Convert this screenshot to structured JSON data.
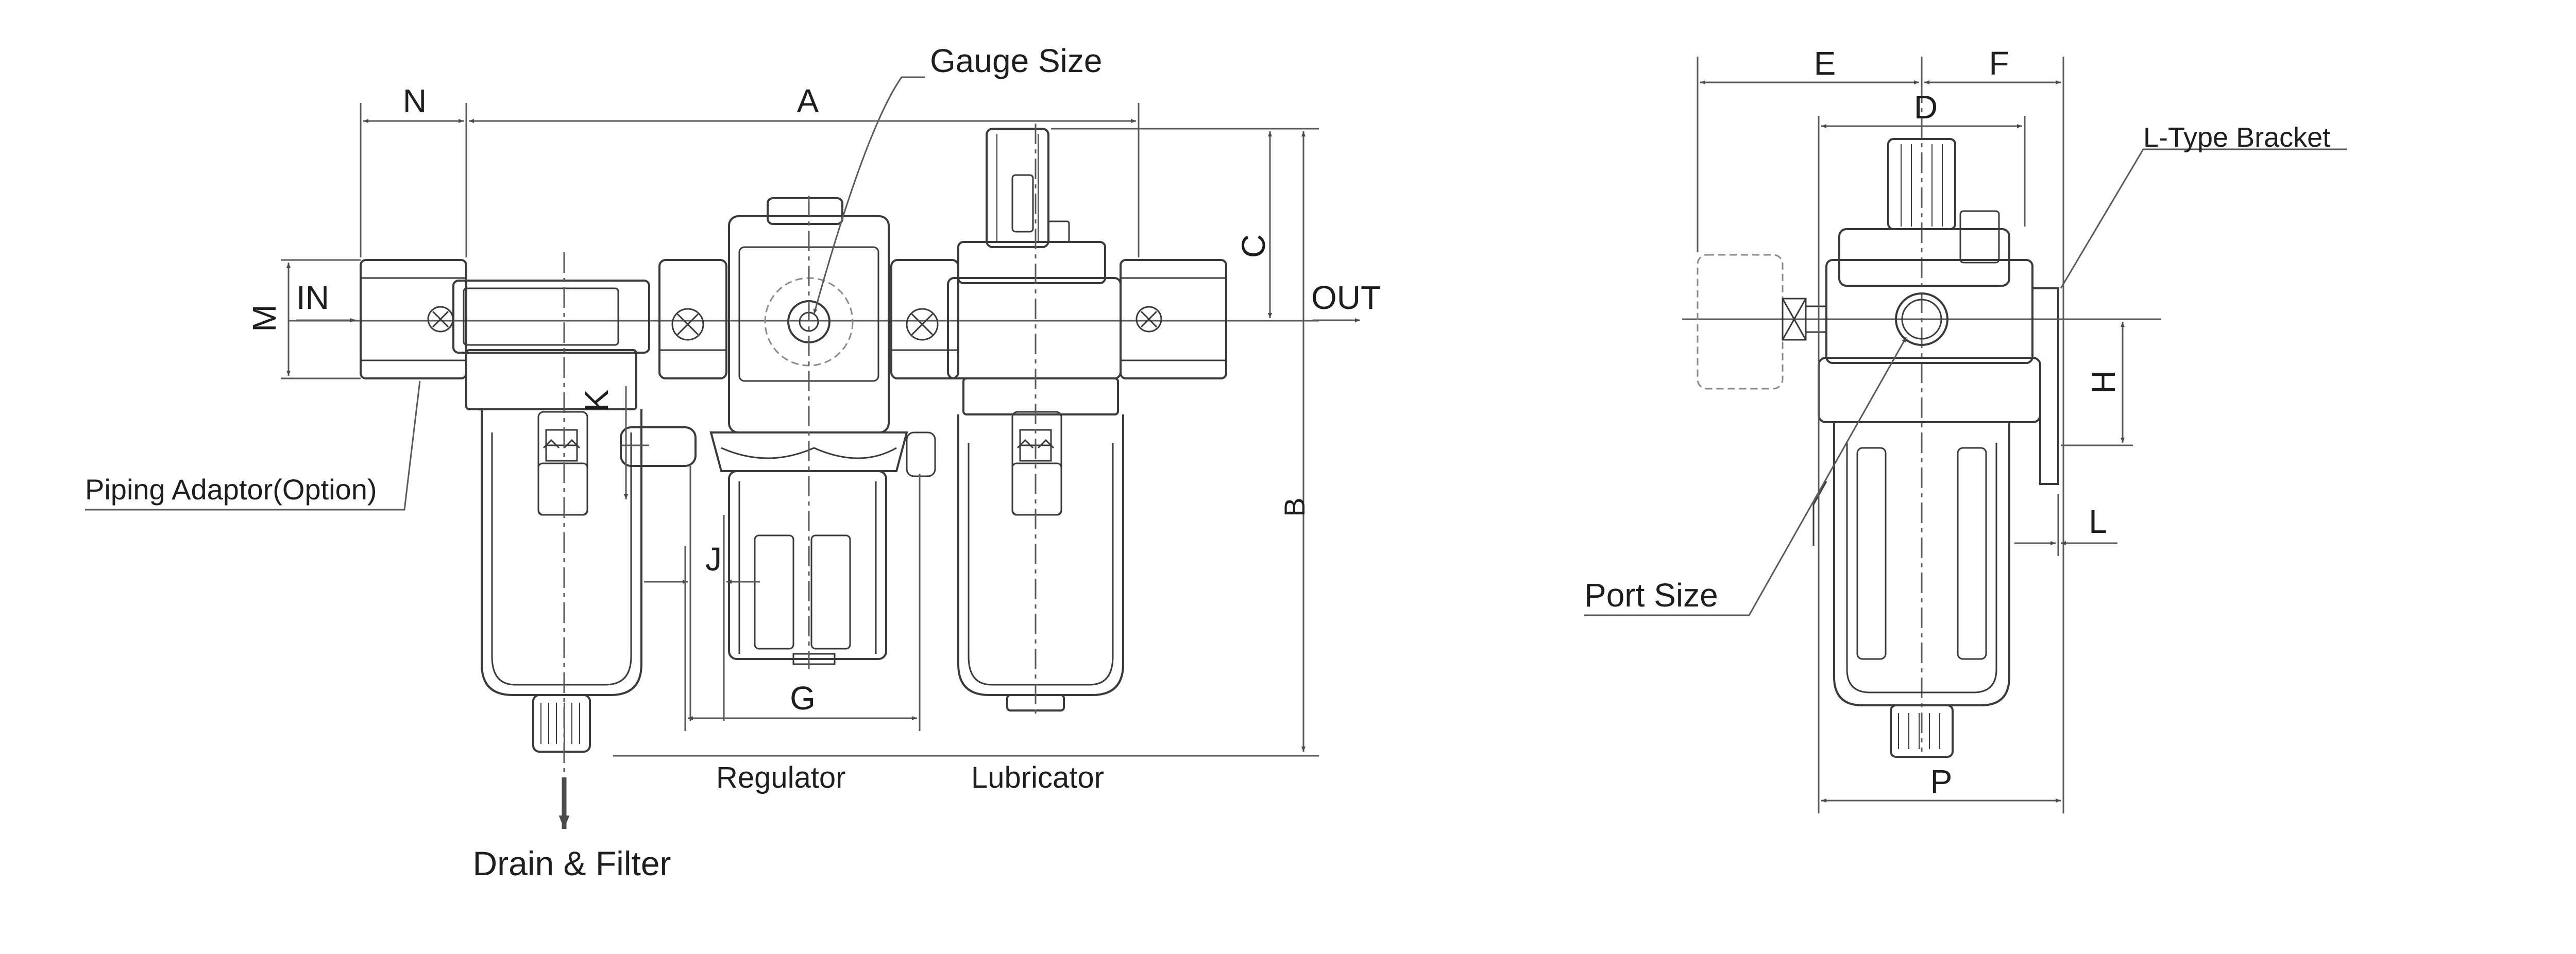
{
  "dimension_letters": {
    "n": "N",
    "a": "A",
    "b": "B",
    "c": "C",
    "m": "M",
    "k": "K",
    "j": "J",
    "g": "G",
    "e": "E",
    "f": "F",
    "d": "D",
    "h": "H",
    "l": "L",
    "p": "P"
  },
  "port_labels": {
    "in": "IN",
    "out": "OUT"
  },
  "callouts": {
    "gauge_size": "Gauge Size",
    "piping_adaptor": "Piping Adaptor(Option)",
    "port_size": "Port Size",
    "l_type_bracket": "L-Type Bracket",
    "drain_filter": "Drain & Filter"
  },
  "unit_labels": {
    "regulator": "Regulator",
    "lubricator": "Lubricator"
  },
  "colors": {
    "line": "#3a3a3a",
    "thin": "#5a5a5a",
    "text": "#1e1e1e",
    "dashed": "#8a8a8a"
  }
}
